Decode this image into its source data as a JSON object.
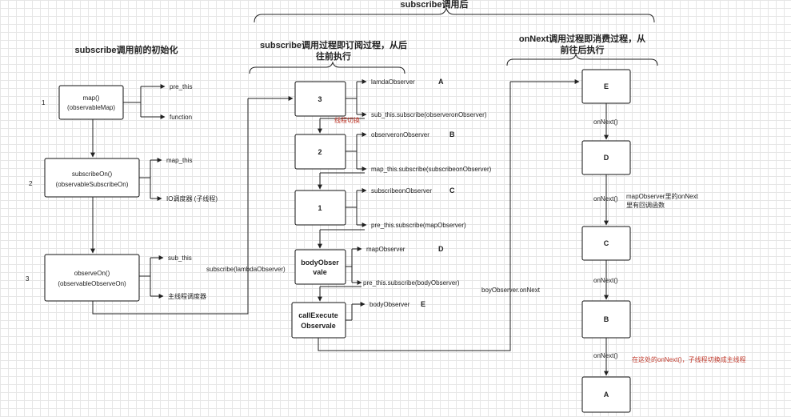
{
  "headers": {
    "init": "subscribe调用前的初始化",
    "after": "subscribe调用后",
    "subscribe_line1": "subscribe调用过程即订阅过程，从后",
    "subscribe_line2": "往前执行",
    "onnext_line1": "onNext调用过程即消费过程，从",
    "onnext_line2": "前往后执行"
  },
  "init_column": {
    "step_numbers": [
      "1",
      "2",
      "3"
    ],
    "boxes": [
      {
        "line1": "map()",
        "line2": "(observableMap)",
        "outputs": [
          "pre_this",
          "function"
        ]
      },
      {
        "line1": "subscribeOn()",
        "line2": "(observableSubscribeOn)",
        "outputs": [
          "map_this",
          "IO调度器 (子线程)"
        ]
      },
      {
        "line1": "observeOn()",
        "line2": "(observableObserveOn)",
        "outputs": [
          "sub_this",
          "主线程调度器"
        ]
      }
    ],
    "link_label": "subscribe(lambdaObserver)"
  },
  "subscribe_column": {
    "boxes": [
      {
        "line1": "3",
        "line2": "",
        "tag": "A",
        "top_label": "lamdaObserver",
        "bottom_label": "sub_this.subscribe(observeronObserver)"
      },
      {
        "line1": "2",
        "line2": "",
        "tag": "B",
        "top_label": "observeronObserver",
        "bottom_label": "map_this.subscribe(subscribeonObserver)"
      },
      {
        "line1": "1",
        "line2": "",
        "tag": "C",
        "top_label": "subscribeonObserver",
        "bottom_label": "pre_this.subscribe(mapObserver)"
      },
      {
        "line1": "bodyObser",
        "line2": "vale",
        "tag": "D",
        "top_label": "mapObserver",
        "bottom_label": "pre_this.subscribe(bodyObserver)"
      },
      {
        "line1": "callExecute",
        "line2": "Observale",
        "tag": "E",
        "top_label": "bodyObserver",
        "bottom_label": ""
      }
    ],
    "thread_switch_note": "线程切换",
    "link_label": "boyObserver.onNext"
  },
  "onnext_column": {
    "boxes": [
      "E",
      "D",
      "C",
      "B",
      "A"
    ],
    "edge_label": "onNext()",
    "note_mapobserver_line1": "mapObserver里的onNext",
    "note_mapobserver_line2": "里有回调函数",
    "note_thread_switch": "在这处的onNext()，子线程切换成主线程"
  },
  "colors": {
    "line": "#222222",
    "note_red": "#c0392b",
    "grid": "#e6e6e6"
  }
}
